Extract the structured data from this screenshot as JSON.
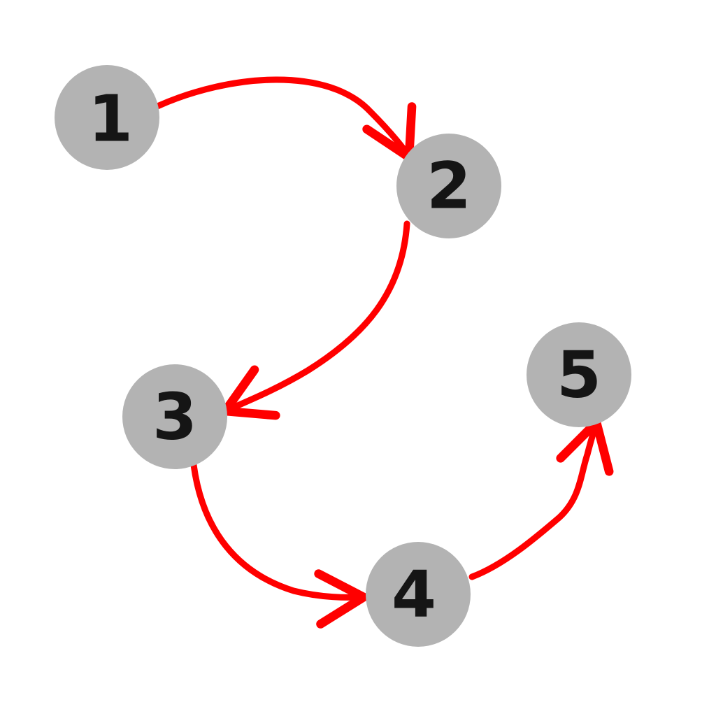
{
  "colors": {
    "node_fill": "#b3b3b3",
    "label_color": "#151515",
    "arrow_color": "#ff0000",
    "background": "#ffffff"
  },
  "nodes": [
    {
      "id": "1",
      "label": "1"
    },
    {
      "id": "2",
      "label": "2"
    },
    {
      "id": "3",
      "label": "3"
    },
    {
      "id": "4",
      "label": "4"
    },
    {
      "id": "5",
      "label": "5"
    }
  ],
  "edges": [
    {
      "from": "1",
      "to": "2"
    },
    {
      "from": "2",
      "to": "3"
    },
    {
      "from": "3",
      "to": "4"
    },
    {
      "from": "4",
      "to": "5"
    }
  ]
}
